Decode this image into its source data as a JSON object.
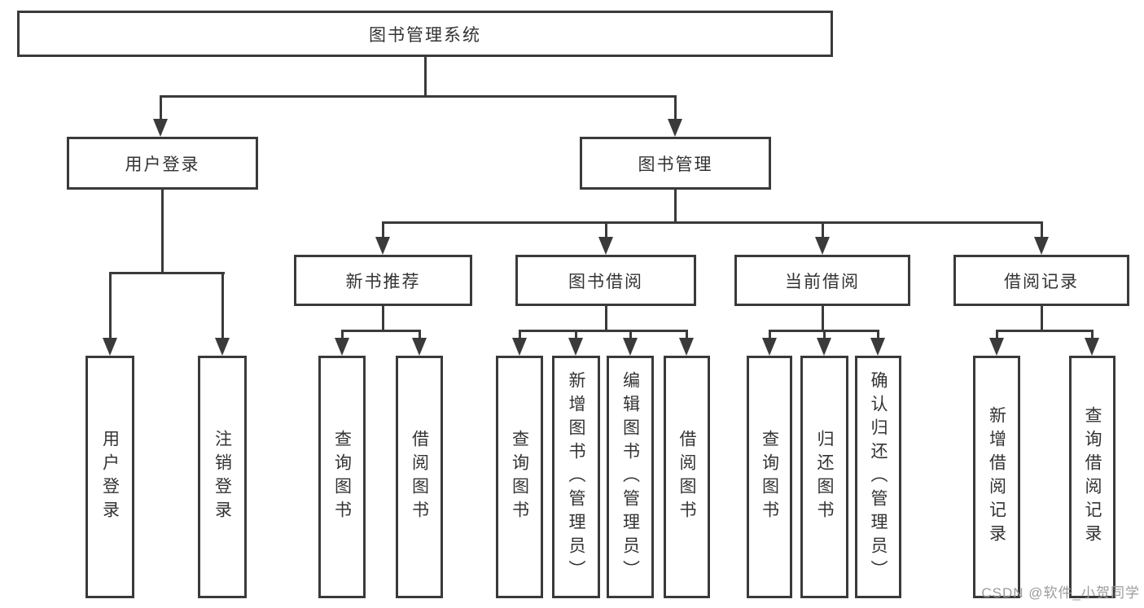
{
  "tree": {
    "root": {
      "label": "图书管理系统"
    },
    "branches": [
      {
        "label": "用户登录",
        "children": [
          {
            "label": "用户登录"
          },
          {
            "label": "注销登录"
          }
        ]
      },
      {
        "label": "图书管理",
        "sections": [
          {
            "label": "新书推荐",
            "children": [
              {
                "label": "查询图书"
              },
              {
                "label": "借阅图书"
              }
            ]
          },
          {
            "label": "图书借阅",
            "children": [
              {
                "label": "查询图书"
              },
              {
                "label": "新增图书（管理员）"
              },
              {
                "label": "编辑图书（管理员）"
              },
              {
                "label": "借阅图书"
              }
            ]
          },
          {
            "label": "当前借阅",
            "children": [
              {
                "label": "查询图书"
              },
              {
                "label": "归还图书"
              },
              {
                "label": "确认归还（管理员）"
              }
            ]
          },
          {
            "label": "借阅记录",
            "children": [
              {
                "label": "新增借阅记录"
              },
              {
                "label": "查询借阅记录"
              }
            ]
          }
        ]
      }
    ]
  },
  "watermark": {
    "text": "CSDN @软件_小贺同学"
  },
  "colors": {
    "line": "#3a3a3a",
    "text": "#333333",
    "watermark": "#9b9b9b",
    "background": "#ffffff"
  }
}
